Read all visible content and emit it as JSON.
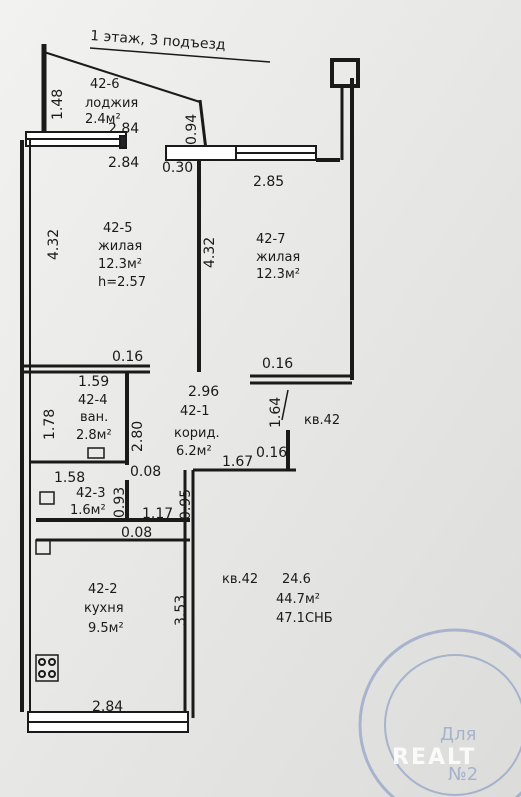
{
  "header": {
    "title": "1 этаж, 3 подъезд"
  },
  "rooms": [
    {
      "id": "42-6",
      "type": "лоджия",
      "area": "2.4м²"
    },
    {
      "id": "42-5",
      "type": "жилая",
      "area": "12.3м²",
      "height": "h=2.57"
    },
    {
      "id": "42-7",
      "type": "жилая",
      "area": "12.3м²"
    },
    {
      "id": "42-4",
      "type": "ван.",
      "area": "2.8м²"
    },
    {
      "id": "42-1",
      "type": "корид.",
      "area": "6.2м²"
    },
    {
      "id": "42-3",
      "area": "1.6м²"
    },
    {
      "id": "42-2",
      "type": "кухня",
      "area": "9.5м²"
    }
  ],
  "apartment": {
    "unit_left": "кв.42",
    "living": "24.6",
    "total": "44.7м²",
    "full": "47.1СНБ",
    "tag": "кв.42"
  },
  "dimensions": {
    "d148": "1.48",
    "d284a": "2.84",
    "d094": "0.94",
    "d284b": "2.84",
    "d030": "0.30",
    "d285": "2.85",
    "d432a": "4.32",
    "d432b": "4.32",
    "d016a": "0.16",
    "d016b": "0.16",
    "d159": "1.59",
    "d296": "2.96",
    "d164": "1.64",
    "d178": "1.78",
    "d280": "2.80",
    "d167": "1.67",
    "d016c": "0.16",
    "d158": "1.58",
    "d008a": "0.08",
    "d093": "0.93",
    "d095": "0.95",
    "d117": "1.17",
    "d008b": "0.08",
    "d353": "3.53",
    "d284c": "2.84"
  },
  "stamp": {
    "text": "Для",
    "number": "№2"
  },
  "watermark": {
    "text": "REALT"
  }
}
